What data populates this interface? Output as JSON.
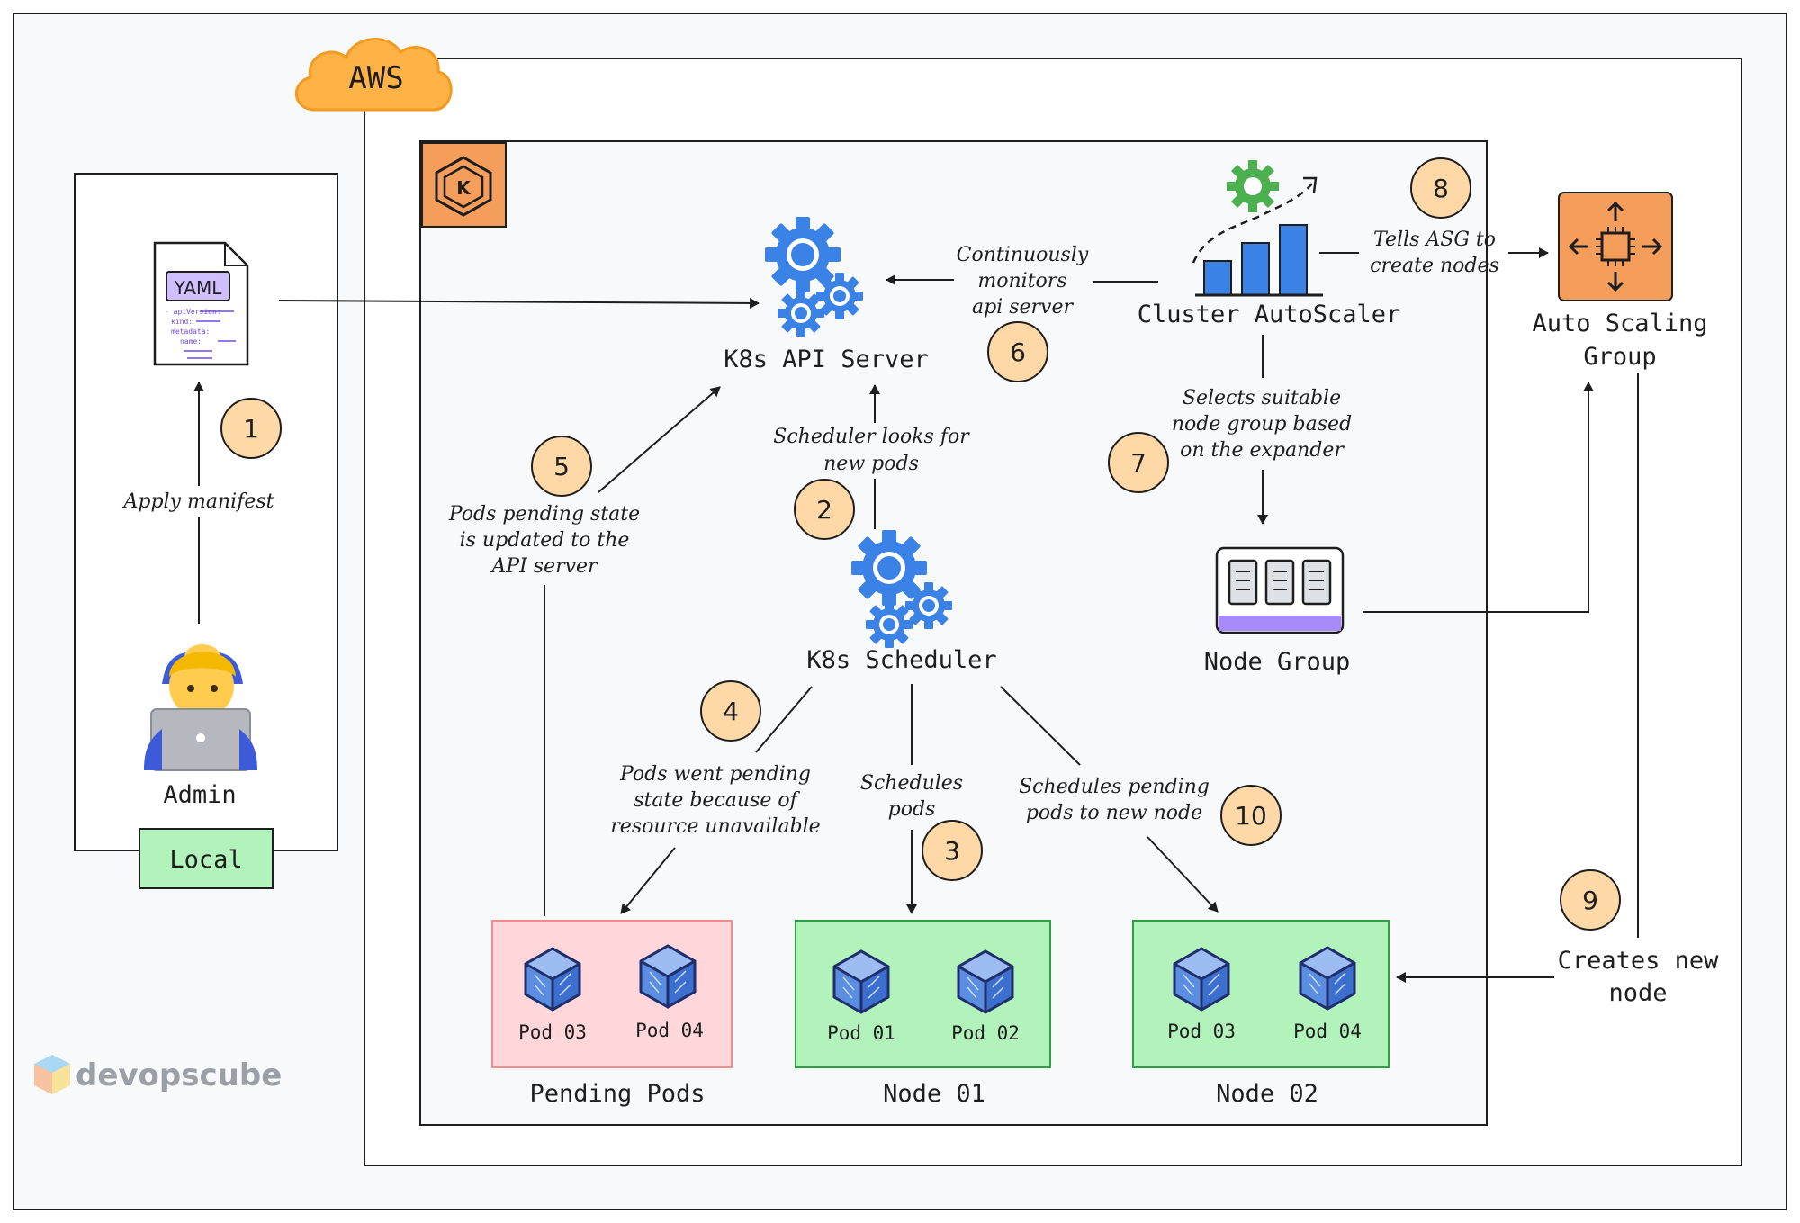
{
  "aws": {
    "label": "AWS"
  },
  "local": {
    "label": "Local"
  },
  "yaml": {
    "label": "YAML",
    "lines": [
      "- apiVersion:",
      "kind:",
      "metadata:",
      "name:"
    ]
  },
  "admin": {
    "label": "Admin"
  },
  "api_server": {
    "label": "K8s API Server"
  },
  "scheduler": {
    "label": "K8s Scheduler"
  },
  "autoscaler": {
    "label": "Cluster AutoScaler"
  },
  "asg": {
    "label_line1": "Auto Scaling",
    "label_line2": "Group"
  },
  "node_group": {
    "label": "Node Group"
  },
  "groups": {
    "pending": {
      "label": "Pending Pods",
      "pods": [
        "Pod 03",
        "Pod 04"
      ]
    },
    "node01": {
      "label": "Node 01",
      "pods": [
        "Pod 01",
        "Pod 02"
      ]
    },
    "node02": {
      "label": "Node 02",
      "pods": [
        "Pod 03",
        "Pod 04"
      ]
    }
  },
  "notes": {
    "apply_manifest": "Apply manifest",
    "monitors": [
      "Continuously",
      "monitors",
      "api server"
    ],
    "tells_asg": [
      "Tells ASG to",
      "create nodes"
    ],
    "selects": [
      "Selects suitable",
      "node group based",
      "on the expander"
    ],
    "scheduler_looks": [
      "Scheduler looks for",
      "new pods"
    ],
    "pending_state": [
      "Pods pending state",
      "is updated to the",
      "API server"
    ],
    "went_pending": [
      "Pods went pending",
      "state because of",
      "resource unavailable"
    ],
    "schedules": [
      "Schedules",
      "pods"
    ],
    "schedules_pending": [
      "Schedules pending",
      "pods to new node"
    ],
    "creates_node": [
      "Creates new",
      "node"
    ]
  },
  "badges": [
    "1",
    "2",
    "3",
    "4",
    "5",
    "6",
    "7",
    "8",
    "9",
    "10"
  ],
  "brand": {
    "name": "devopscube"
  },
  "colors": {
    "badge_fill": "#ffd8a8",
    "pending_fill": "#ffd6d9",
    "pending_stroke": "#f08c8c",
    "node_fill": "#b2f2bb",
    "node_stroke": "#2f9e44",
    "gear_blue": "#3b82e6",
    "gear_green": "#4caf50",
    "orange": "#f59d5a",
    "cloud": "#ffb347"
  }
}
